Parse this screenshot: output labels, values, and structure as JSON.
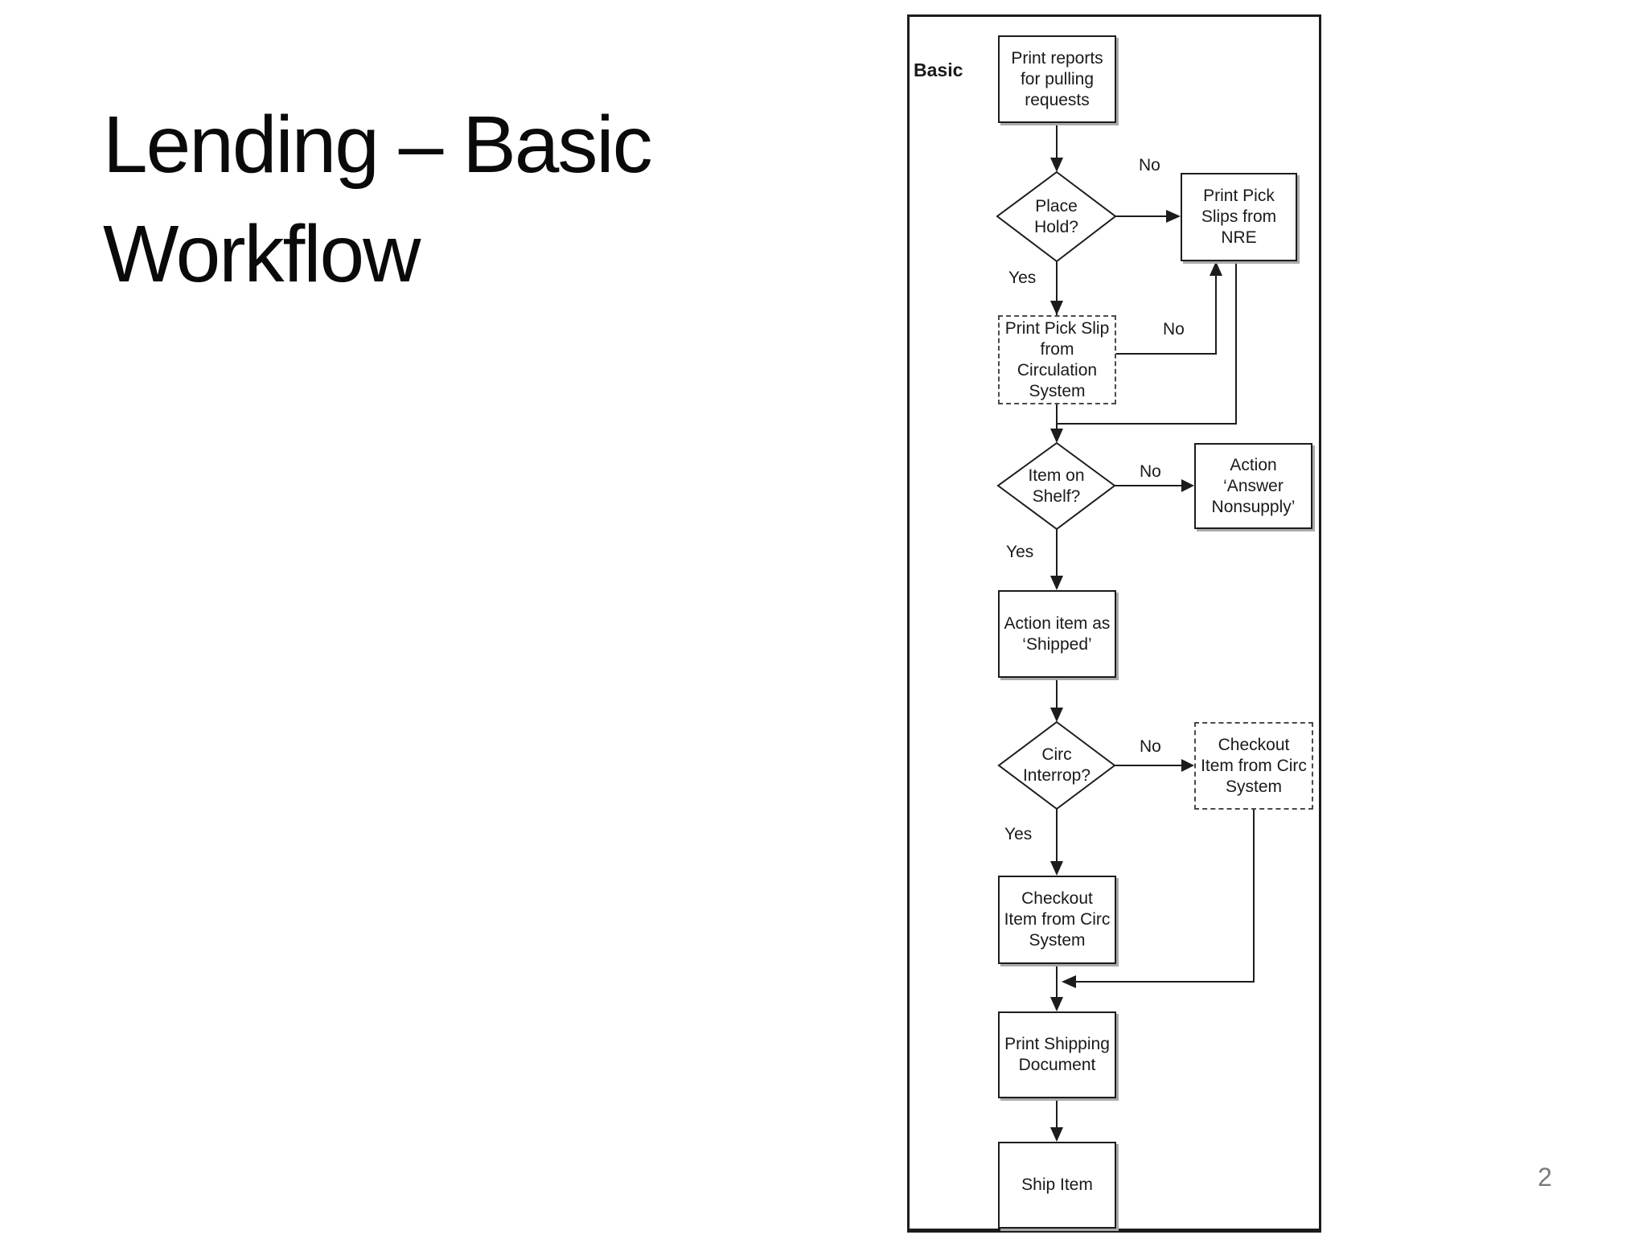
{
  "slide": {
    "title": "Lending – Basic\nWorkflow",
    "page_number": "2"
  },
  "flowchart": {
    "frame_label": "Basic",
    "nodes": {
      "print_reports": "Print reports\nfor pulling\nrequests",
      "place_hold": "Place\nHold?",
      "print_pick_nre": "Print Pick\nSlips from\nNRE",
      "print_pick_circ": "Print Pick Slip\nfrom\nCirculation\nSystem",
      "item_on_shelf": "Item on\nShelf?",
      "action_nonsupply": "Action\n‘Answer\nNonsupply’",
      "action_shipped": "Action item as\n‘Shipped’",
      "circ_interrop": "Circ\nInterrop?",
      "checkout_dashed": "Checkout\nItem from Circ\nSystem",
      "checkout_solid": "Checkout\nItem from Circ\nSystem",
      "print_shipping": "Print Shipping\nDocument",
      "ship_item": "Ship Item"
    },
    "edge_labels": {
      "place_hold_no": "No",
      "place_hold_yes": "Yes",
      "pick_slip_no": "No",
      "item_shelf_no": "No",
      "item_shelf_yes": "Yes",
      "circ_no": "No",
      "circ_yes": "Yes"
    },
    "colors": {
      "line": "#1c1c1c",
      "shadow": "#aaaaaa",
      "dashed_border": "#4a4a4a",
      "page_number": "#7a7a7a"
    }
  }
}
